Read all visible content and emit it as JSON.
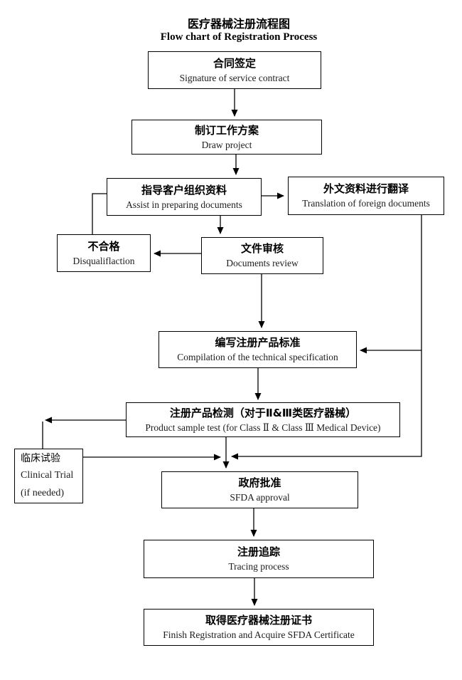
{
  "title": {
    "cn": "医疗器械注册流程图",
    "en": "Flow chart of Registration Process"
  },
  "nodes": {
    "contract": {
      "cn": "合同签定",
      "en": "Signature of service contract"
    },
    "draw_project": {
      "cn": "制订工作方案",
      "en": "Draw project"
    },
    "assist": {
      "cn": "指导客户组织资料",
      "en": "Assist in preparing documents"
    },
    "translation": {
      "cn": "外文资料进行翻译",
      "en": "Translation of foreign documents"
    },
    "disqualification": {
      "cn": "不合格",
      "en": "Disqualiflaction"
    },
    "review": {
      "cn": "文件审核",
      "en": "Documents review"
    },
    "compilation": {
      "cn": "编写注册产品标准",
      "en": "Compilation of the technical specification"
    },
    "sample_test": {
      "cn": "注册产品检测（对于Ⅱ&Ⅲ类医疗器械）",
      "en": "Product sample test (for Class Ⅱ & Class Ⅲ Medical Device)"
    },
    "clinical": {
      "cn": "临床试验",
      "en": "Clinical Trial",
      "note": "(if needed)"
    },
    "approval": {
      "cn": "政府批准",
      "en": "SFDA approval"
    },
    "tracing": {
      "cn": "注册追踪",
      "en": "Tracing process"
    },
    "certificate": {
      "cn": "取得医疗器械注册证书",
      "en": "Finish Registration and Acquire SFDA Certificate"
    }
  },
  "colors": {
    "line": "#000000",
    "background": "#ffffff",
    "text": "#000000"
  }
}
